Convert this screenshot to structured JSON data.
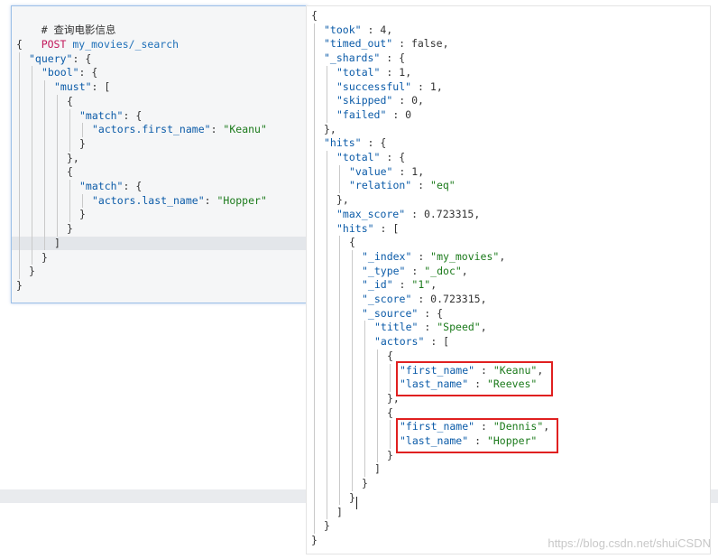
{
  "request": {
    "comment": "# 查询电影信息",
    "method": "POST",
    "path": "my_movies/_search",
    "lines": [
      {
        "indent": 0,
        "parts": [
          [
            "p",
            "{"
          ]
        ]
      },
      {
        "indent": 1,
        "parts": [
          [
            "k",
            "\"query\""
          ],
          [
            "p",
            ": {"
          ]
        ]
      },
      {
        "indent": 2,
        "parts": [
          [
            "k",
            "\"bool\""
          ],
          [
            "p",
            ": {"
          ]
        ]
      },
      {
        "indent": 3,
        "parts": [
          [
            "k",
            "\"must\""
          ],
          [
            "p",
            ": ["
          ]
        ]
      },
      {
        "indent": 4,
        "parts": [
          [
            "p",
            "{"
          ]
        ]
      },
      {
        "indent": 5,
        "parts": [
          [
            "k",
            "\"match\""
          ],
          [
            "p",
            ": {"
          ]
        ]
      },
      {
        "indent": 6,
        "parts": [
          [
            "k",
            "\"actors.first_name\""
          ],
          [
            "p",
            ": "
          ],
          [
            "s",
            "\"Keanu\""
          ]
        ]
      },
      {
        "indent": 5,
        "parts": [
          [
            "p",
            "}"
          ]
        ]
      },
      {
        "indent": 4,
        "parts": [
          [
            "p",
            "},"
          ]
        ]
      },
      {
        "indent": 4,
        "parts": [
          [
            "p",
            "{"
          ]
        ]
      },
      {
        "indent": 5,
        "parts": [
          [
            "k",
            "\"match\""
          ],
          [
            "p",
            ": {"
          ]
        ]
      },
      {
        "indent": 6,
        "parts": [
          [
            "k",
            "\"actors.last_name\""
          ],
          [
            "p",
            ": "
          ],
          [
            "s",
            "\"Hopper\""
          ]
        ]
      },
      {
        "indent": 5,
        "parts": [
          [
            "p",
            "}"
          ]
        ]
      },
      {
        "indent": 4,
        "parts": [
          [
            "p",
            "}"
          ]
        ]
      },
      {
        "indent": 3,
        "parts": [
          [
            "p",
            "]"
          ]
        ]
      },
      {
        "indent": 2,
        "parts": [
          [
            "p",
            "}"
          ]
        ]
      },
      {
        "indent": 1,
        "parts": [
          [
            "p",
            "}"
          ]
        ]
      },
      {
        "indent": 0,
        "parts": [
          [
            "p",
            "}"
          ]
        ]
      }
    ]
  },
  "response": {
    "lines": [
      {
        "indent": 0,
        "parts": [
          [
            "p",
            "{"
          ]
        ]
      },
      {
        "indent": 1,
        "parts": [
          [
            "k",
            "\"took\""
          ],
          [
            "p",
            " : "
          ],
          [
            "n",
            "4"
          ],
          [
            "p",
            ","
          ]
        ]
      },
      {
        "indent": 1,
        "parts": [
          [
            "k",
            "\"timed_out\""
          ],
          [
            "p",
            " : "
          ],
          [
            "n",
            "false"
          ],
          [
            "p",
            ","
          ]
        ]
      },
      {
        "indent": 1,
        "parts": [
          [
            "k",
            "\"_shards\""
          ],
          [
            "p",
            " : {"
          ]
        ]
      },
      {
        "indent": 2,
        "parts": [
          [
            "k",
            "\"total\""
          ],
          [
            "p",
            " : "
          ],
          [
            "n",
            "1"
          ],
          [
            "p",
            ","
          ]
        ]
      },
      {
        "indent": 2,
        "parts": [
          [
            "k",
            "\"successful\""
          ],
          [
            "p",
            " : "
          ],
          [
            "n",
            "1"
          ],
          [
            "p",
            ","
          ]
        ]
      },
      {
        "indent": 2,
        "parts": [
          [
            "k",
            "\"skipped\""
          ],
          [
            "p",
            " : "
          ],
          [
            "n",
            "0"
          ],
          [
            "p",
            ","
          ]
        ]
      },
      {
        "indent": 2,
        "parts": [
          [
            "k",
            "\"failed\""
          ],
          [
            "p",
            " : "
          ],
          [
            "n",
            "0"
          ]
        ]
      },
      {
        "indent": 1,
        "parts": [
          [
            "p",
            "},"
          ]
        ]
      },
      {
        "indent": 1,
        "parts": [
          [
            "k",
            "\"hits\""
          ],
          [
            "p",
            " : {"
          ]
        ]
      },
      {
        "indent": 2,
        "parts": [
          [
            "k",
            "\"total\""
          ],
          [
            "p",
            " : {"
          ]
        ]
      },
      {
        "indent": 3,
        "parts": [
          [
            "k",
            "\"value\""
          ],
          [
            "p",
            " : "
          ],
          [
            "n",
            "1"
          ],
          [
            "p",
            ","
          ]
        ]
      },
      {
        "indent": 3,
        "parts": [
          [
            "k",
            "\"relation\""
          ],
          [
            "p",
            " : "
          ],
          [
            "s",
            "\"eq\""
          ]
        ]
      },
      {
        "indent": 2,
        "parts": [
          [
            "p",
            "},"
          ]
        ]
      },
      {
        "indent": 2,
        "parts": [
          [
            "k",
            "\"max_score\""
          ],
          [
            "p",
            " : "
          ],
          [
            "n",
            "0.723315"
          ],
          [
            "p",
            ","
          ]
        ]
      },
      {
        "indent": 2,
        "parts": [
          [
            "k",
            "\"hits\""
          ],
          [
            "p",
            " : ["
          ]
        ]
      },
      {
        "indent": 3,
        "parts": [
          [
            "p",
            "{"
          ]
        ]
      },
      {
        "indent": 4,
        "parts": [
          [
            "k",
            "\"_index\""
          ],
          [
            "p",
            " : "
          ],
          [
            "s",
            "\"my_movies\""
          ],
          [
            "p",
            ","
          ]
        ]
      },
      {
        "indent": 4,
        "parts": [
          [
            "k",
            "\"_type\""
          ],
          [
            "p",
            " : "
          ],
          [
            "s",
            "\"_doc\""
          ],
          [
            "p",
            ","
          ]
        ]
      },
      {
        "indent": 4,
        "parts": [
          [
            "k",
            "\"_id\""
          ],
          [
            "p",
            " : "
          ],
          [
            "s",
            "\"1\""
          ],
          [
            "p",
            ","
          ]
        ]
      },
      {
        "indent": 4,
        "parts": [
          [
            "k",
            "\"_score\""
          ],
          [
            "p",
            " : "
          ],
          [
            "n",
            "0.723315"
          ],
          [
            "p",
            ","
          ]
        ]
      },
      {
        "indent": 4,
        "parts": [
          [
            "k",
            "\"_source\""
          ],
          [
            "p",
            " : {"
          ]
        ]
      },
      {
        "indent": 5,
        "parts": [
          [
            "k",
            "\"title\""
          ],
          [
            "p",
            " : "
          ],
          [
            "s",
            "\"Speed\""
          ],
          [
            "p",
            ","
          ]
        ]
      },
      {
        "indent": 5,
        "parts": [
          [
            "k",
            "\"actors\""
          ],
          [
            "p",
            " : ["
          ]
        ]
      },
      {
        "indent": 6,
        "parts": [
          [
            "p",
            "{"
          ]
        ]
      },
      {
        "indent": 7,
        "parts": [
          [
            "k",
            "\"first_name\""
          ],
          [
            "p",
            " : "
          ],
          [
            "s",
            "\"Keanu\""
          ],
          [
            "p",
            ","
          ]
        ]
      },
      {
        "indent": 7,
        "parts": [
          [
            "k",
            "\"last_name\""
          ],
          [
            "p",
            " : "
          ],
          [
            "s",
            "\"Reeves\""
          ]
        ]
      },
      {
        "indent": 6,
        "parts": [
          [
            "p",
            "},"
          ]
        ]
      },
      {
        "indent": 6,
        "parts": [
          [
            "p",
            "{"
          ]
        ]
      },
      {
        "indent": 7,
        "parts": [
          [
            "k",
            "\"first_name\""
          ],
          [
            "p",
            " : "
          ],
          [
            "s",
            "\"Dennis\""
          ],
          [
            "p",
            ","
          ]
        ]
      },
      {
        "indent": 7,
        "parts": [
          [
            "k",
            "\"last_name\""
          ],
          [
            "p",
            " : "
          ],
          [
            "s",
            "\"Hopper\""
          ]
        ]
      },
      {
        "indent": 6,
        "parts": [
          [
            "p",
            "}"
          ]
        ]
      },
      {
        "indent": 5,
        "parts": [
          [
            "p",
            "]"
          ]
        ]
      },
      {
        "indent": 4,
        "parts": [
          [
            "p",
            "}"
          ]
        ]
      },
      {
        "indent": 3,
        "parts": [
          [
            "p",
            "}"
          ]
        ]
      },
      {
        "indent": 2,
        "parts": [
          [
            "p",
            "]"
          ]
        ]
      },
      {
        "indent": 1,
        "parts": [
          [
            "p",
            "}"
          ]
        ]
      },
      {
        "indent": 0,
        "parts": [
          [
            "p",
            "}"
          ]
        ]
      }
    ]
  },
  "watermark": "https://blog.csdn.net/shuiCSDN",
  "colors": {
    "key": "#0b5ba8",
    "string": "#1b7a1b",
    "method": "#c2185b",
    "url": "#1e6fb8",
    "highlight_box": "#e02020",
    "selection_border": "#9cc0e8"
  }
}
